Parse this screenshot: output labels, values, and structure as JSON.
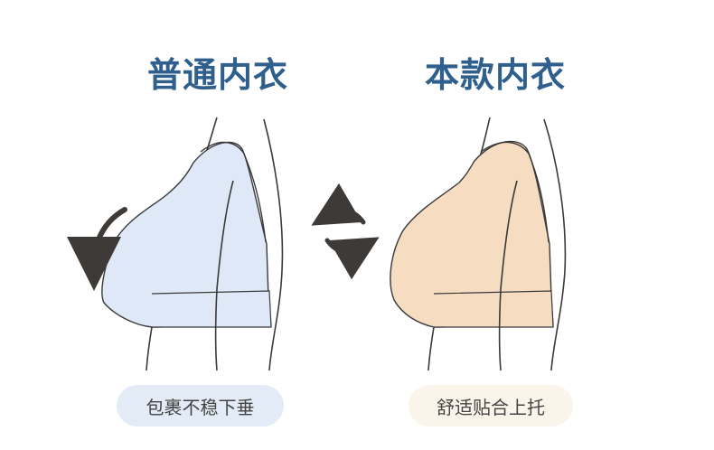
{
  "left_panel": {
    "title": "普通内衣",
    "caption": "包裹不稳下垂",
    "bra_color": "#dfe8f7"
  },
  "right_panel": {
    "title": "本款内衣",
    "caption": "舒适贴合上托",
    "bra_color": "#f6dcc0"
  },
  "colors": {
    "title": "#2f5f8c",
    "outline": "#3a3a3a",
    "arrow": "#3d3a37"
  },
  "icons": {
    "sag_arrow": "curved-down-arrow-icon",
    "compare_arrows": "swap-arrows-icon"
  }
}
